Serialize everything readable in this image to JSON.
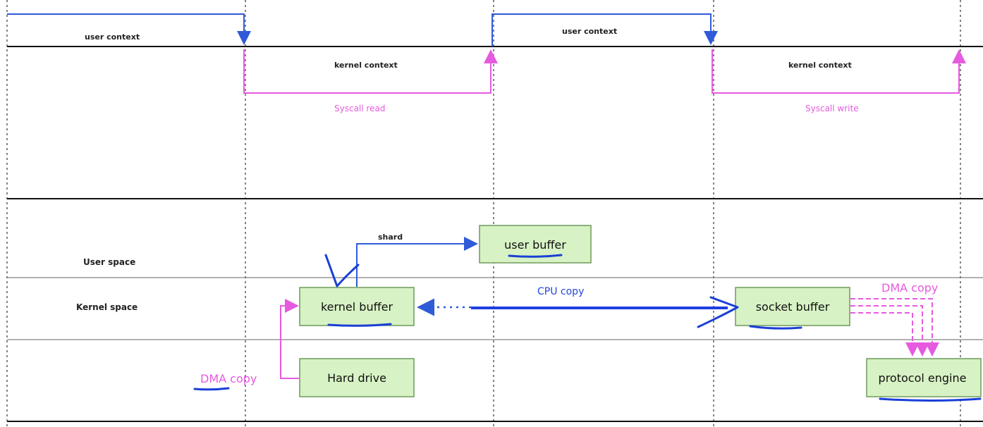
{
  "colors": {
    "user_context_line": "#2f5bd8",
    "kernel_context_line": "#e65ae0",
    "copy_arrow_blue": "#1f3fe0",
    "dma_pink": "#e65ae0",
    "box_fill": "#d7f2c4",
    "box_stroke": "#6f9a5b",
    "annotation_ink": "#1a3fd6"
  },
  "timeline": {
    "user_context_1": "user context",
    "user_context_2": "user context",
    "kernel_context_1": "kernel context",
    "kernel_context_2": "kernel context",
    "syscall_read": "Syscall read",
    "syscall_write": "Syscall write"
  },
  "spaces": {
    "user_space": "User space",
    "kernel_space": "Kernel space"
  },
  "boxes": {
    "user_buffer": "user buffer",
    "kernel_buffer": "kernel buffer",
    "hard_drive": "Hard drive",
    "socket_buffer": "socket buffer",
    "protocol_engine": "protocol engine"
  },
  "edges": {
    "shard": "shard",
    "cpu_copy": "CPU copy",
    "dma_copy_left": "DMA copy",
    "dma_copy_right": "DMA copy"
  }
}
